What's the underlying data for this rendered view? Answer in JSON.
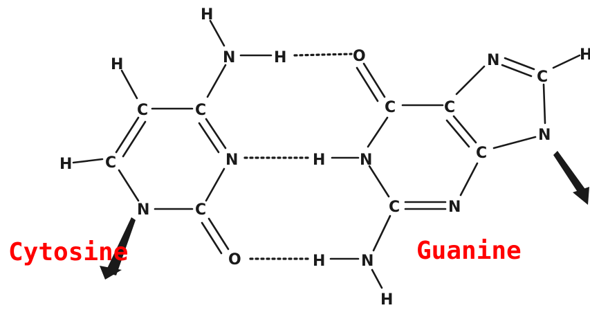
{
  "captions": {
    "cytosine": "Cytosine",
    "guanine": "Guanine"
  },
  "atoms": {
    "h": "H",
    "n": "N",
    "c": "C",
    "o": "O"
  },
  "colors": {
    "caption": "#ff0000",
    "structure": "#1a1a1a"
  }
}
